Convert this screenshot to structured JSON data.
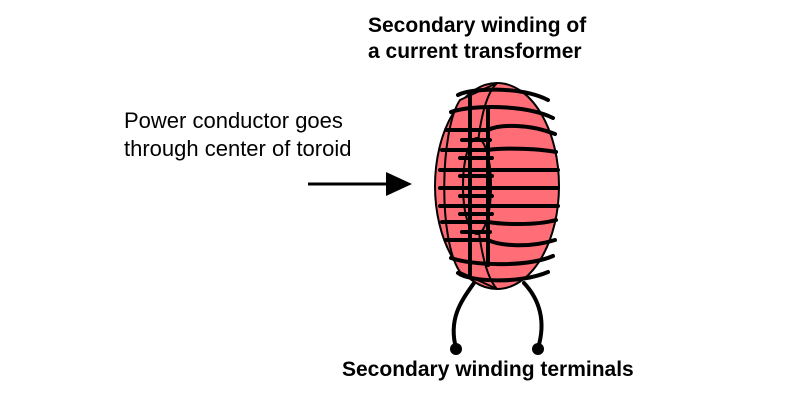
{
  "labels": {
    "secondary_winding_line1": "Secondary winding of",
    "secondary_winding_line2": "a current transformer",
    "conductor_line1": "Power conductor goes",
    "conductor_line2": "through center of toroid",
    "terminals": "Secondary winding terminals"
  },
  "colors": {
    "toroid_fill": "#ff6d77",
    "wire": "#000000",
    "background": "#ffffff"
  },
  "icons": {
    "arrow": "right-arrow",
    "toroid": "toroid-core",
    "terminal": "terminal-dot"
  }
}
